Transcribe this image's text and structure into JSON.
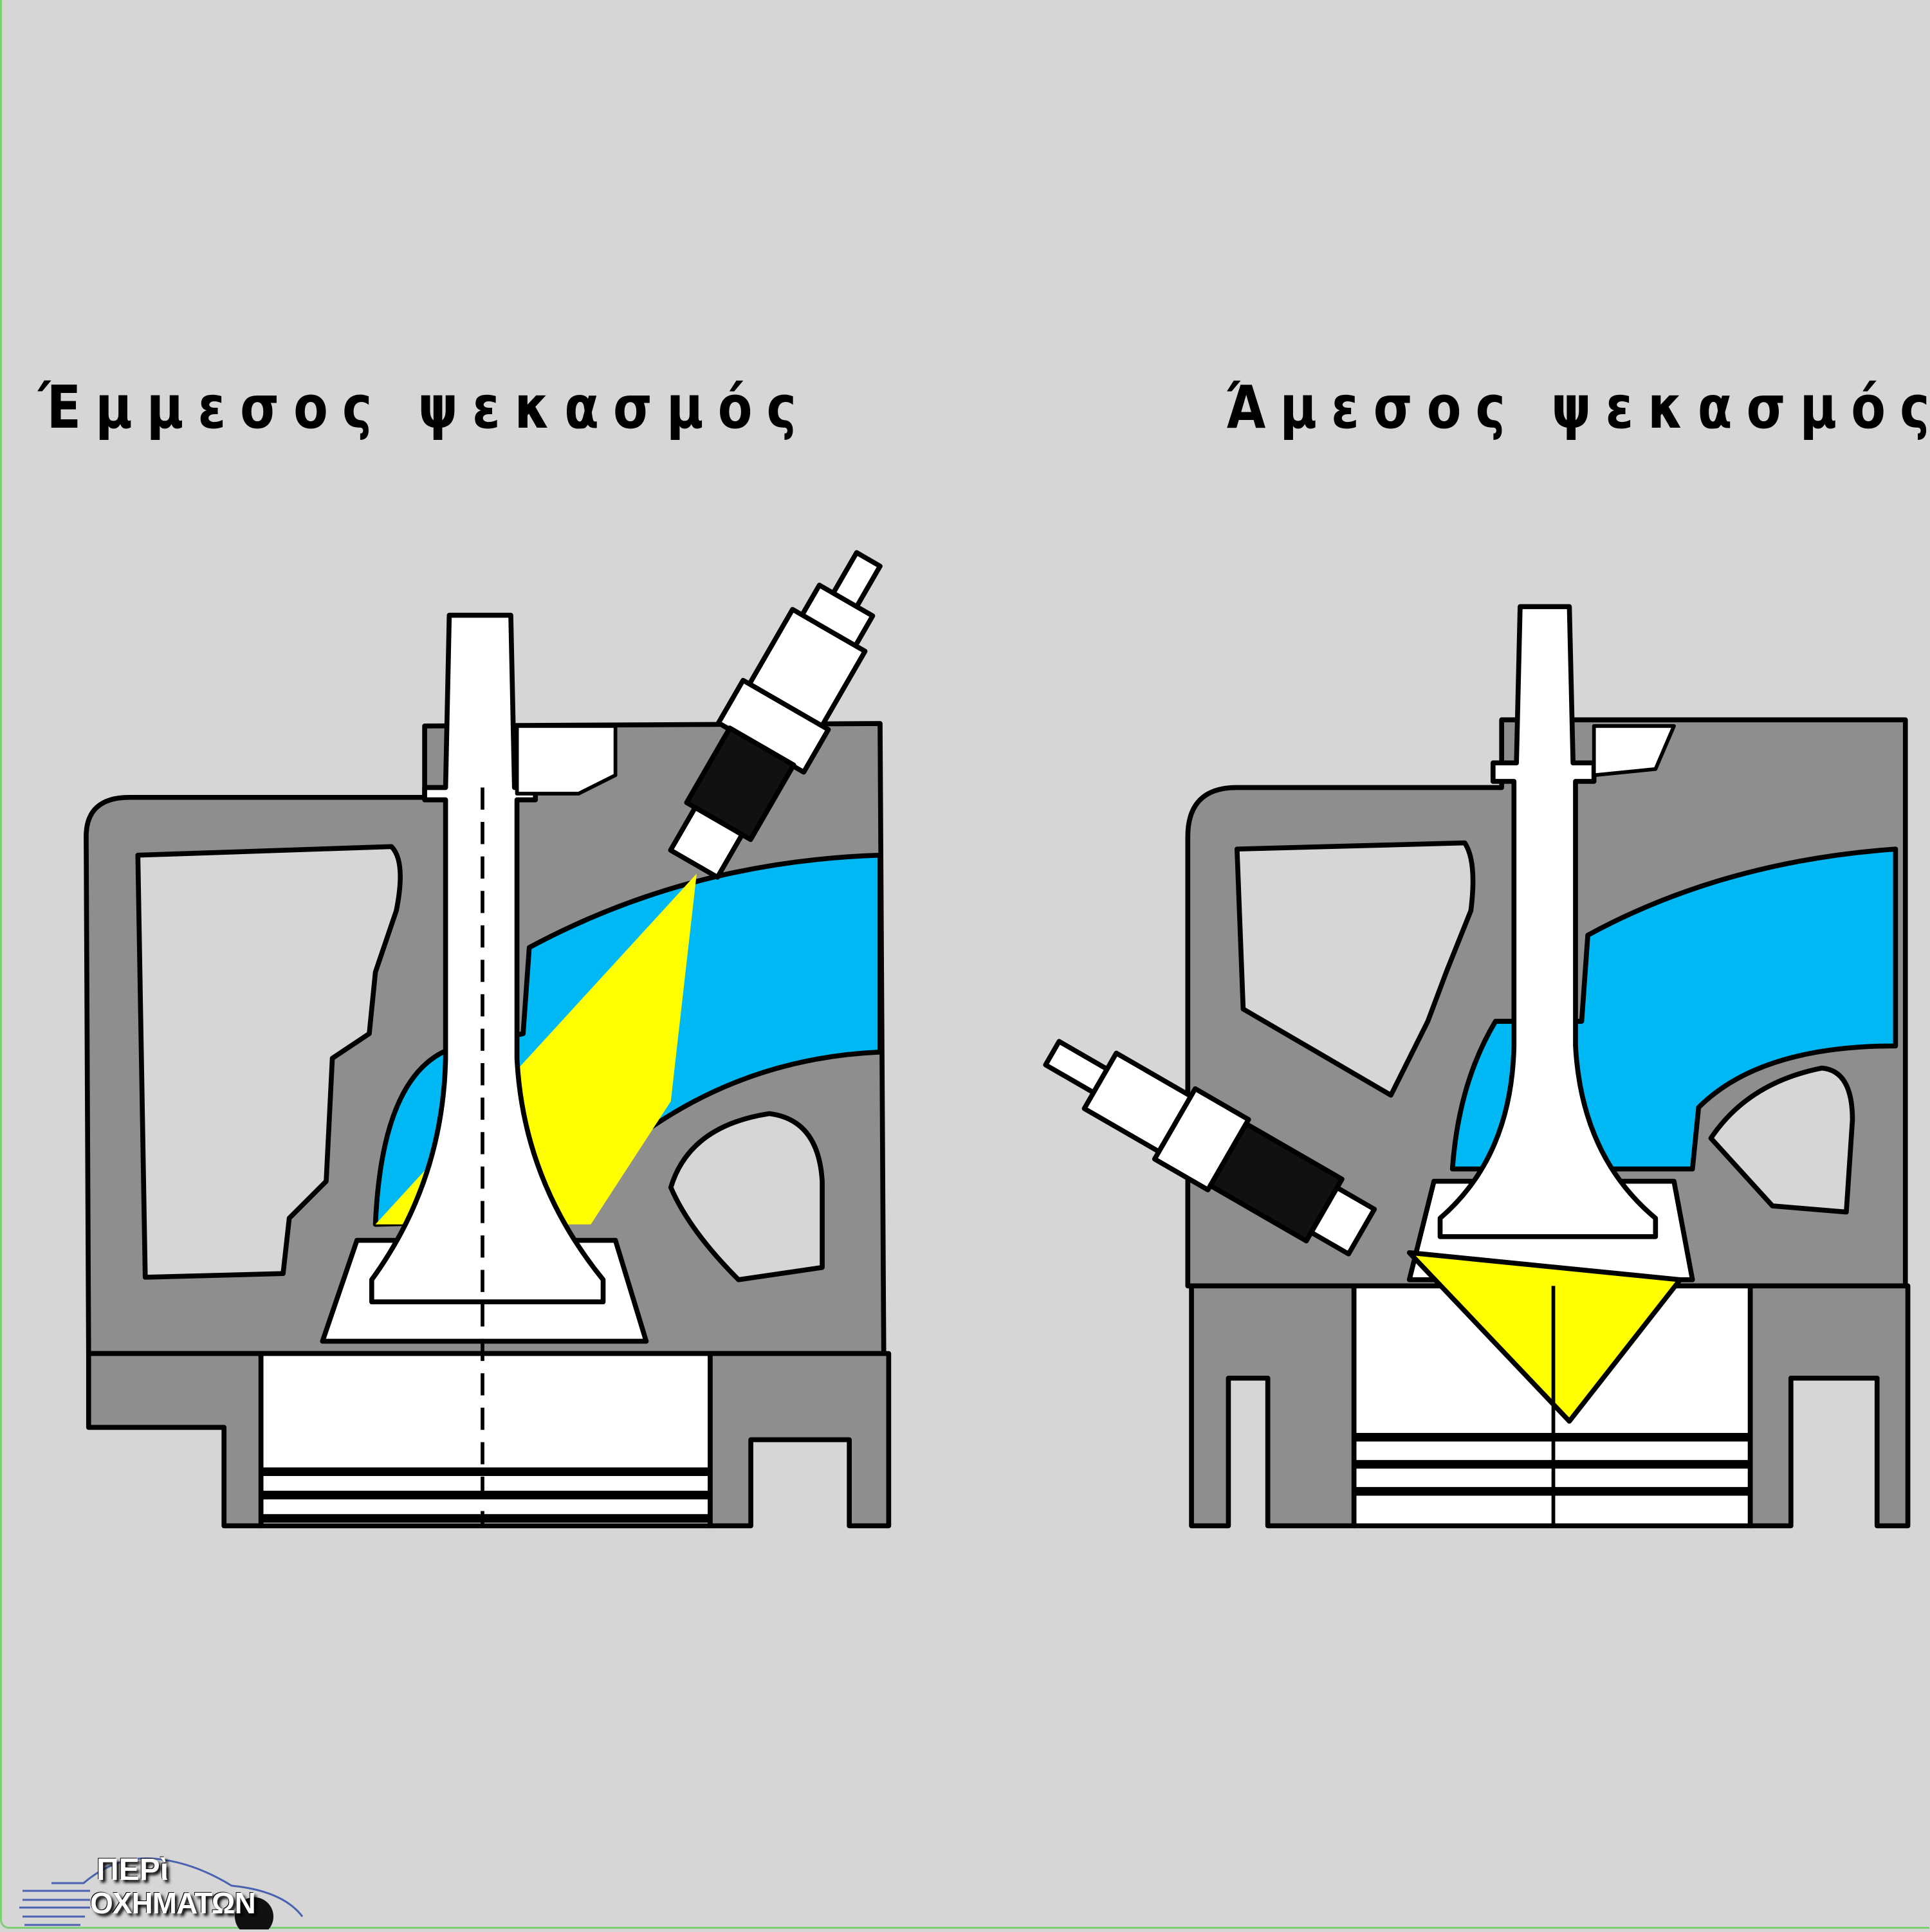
{
  "titles": {
    "indirect": "Έμμεσος ψεκασμός",
    "direct": "Άμεσος ψεκασμός"
  },
  "logo": {
    "line1": "ΠΕΡὶ",
    "line2": "ΟΧΗΜΑΤΩΝ"
  },
  "colors": {
    "background": "#d6d6d6",
    "metal": "#8e8e8e",
    "intake_air": "#00b8f4",
    "fuel_spray": "#ffff00",
    "logo_blue": "#4a63b0"
  }
}
